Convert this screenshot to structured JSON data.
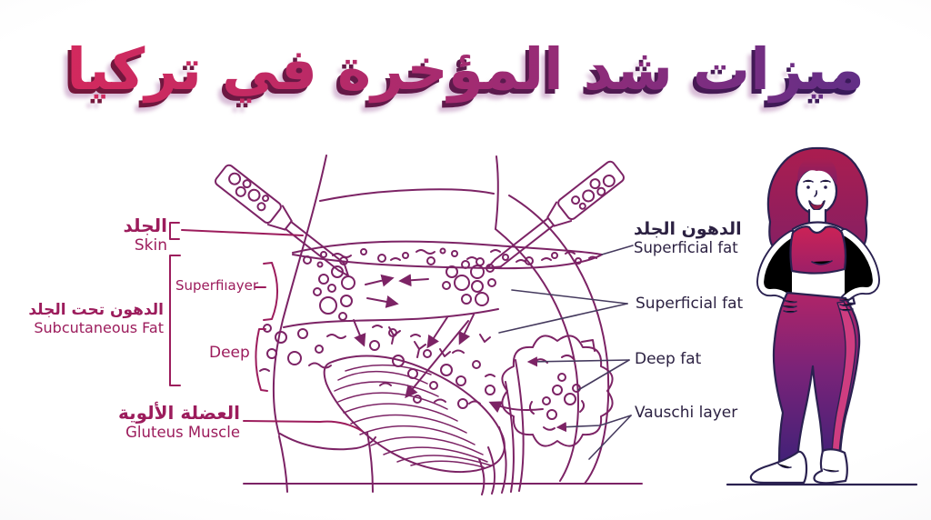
{
  "title": {
    "text": "ميزات شد المؤخرة في تركيا"
  },
  "diagram": {
    "left": {
      "skin_ar": "الجلد",
      "skin_en": "Skin",
      "superficial_layer": "Superfiıayer",
      "subq_ar": "الدهون تحت الجلد",
      "subq_en": "Subcutaneous Fat",
      "deep": "Deep",
      "gluteus_ar": "العضلة الألوية",
      "gluteus_en": "Gluteus Muscle"
    },
    "right": {
      "superficial_top_ar": "الدهون الجلد",
      "superficial_top_en": "Superficial fat",
      "superficial_mid": "Superficial fat",
      "deep_fat": "Deep fat",
      "vauschi": "Vauschi layer"
    }
  },
  "illustration": {
    "woman": "fit-woman-hands-on-hips"
  },
  "colors": {
    "title_gradient_start": "#d8295c",
    "title_gradient_end": "#56308a",
    "title_soft_shadow": "#d9bed8",
    "diagram_line": "#7c2365",
    "left_labels": "#9c1c5c",
    "right_labels": "#2c2142",
    "leader_line": "#453a5e",
    "woman_outline": "#2a2150",
    "bra": "#c22257",
    "leggings_dark": "#432178",
    "stripe": "#ce3d80"
  }
}
